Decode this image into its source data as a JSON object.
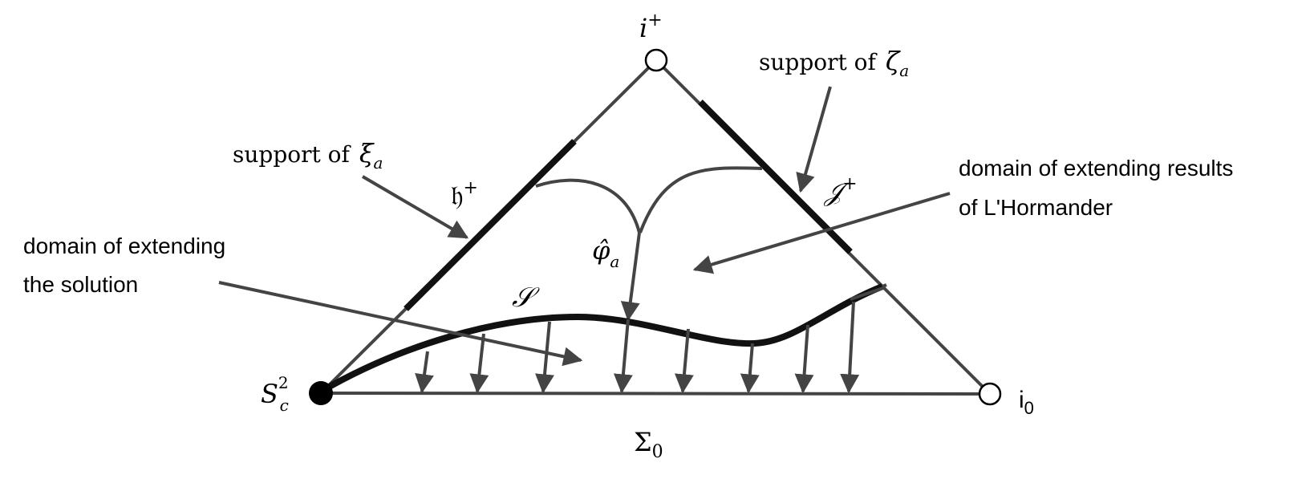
{
  "labels": {
    "i_plus_base": "i",
    "i_plus_sup": "+",
    "support_zeta_text": "support of",
    "support_zeta_symbol": "ζ",
    "support_zeta_sub": "a",
    "support_xi_text": "support of",
    "support_xi_symbol": "ξ",
    "support_xi_sub": "a",
    "horizon_symbol": "𝔥",
    "horizon_sup": "+",
    "scri_symbol": "𝒥",
    "scri_sup": "+",
    "domain_lhormander_line1": "domain of extending results",
    "domain_lhormander_line2": "of L'Hormander",
    "domain_solution_line1": "domain of extending",
    "domain_solution_line2": "the solution",
    "phi_hat_symbol": "φ̂",
    "phi_hat_sub": "a",
    "surface_symbol": "𝒮",
    "sphere_base": "S",
    "sphere_sup": "2",
    "sphere_sub": "c",
    "spatial_infinity_base": "i",
    "spatial_infinity_sub": "0",
    "sigma_base": "Σ",
    "sigma_sub": "0"
  },
  "colors": {
    "line": "#444444",
    "thick": "#111111",
    "dot_fill": "#000000",
    "hollow_fill": "#ffffff"
  }
}
